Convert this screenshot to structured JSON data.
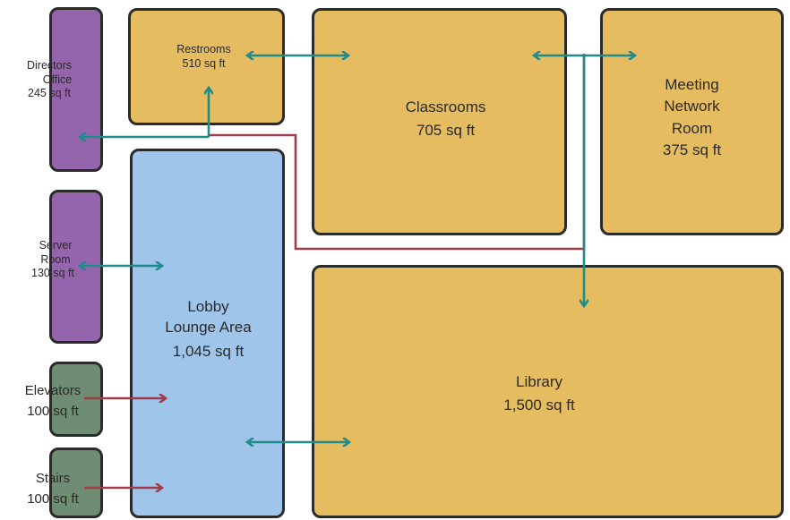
{
  "rooms": {
    "directors_office": {
      "name_line1": "Directors",
      "name_line2": "Office",
      "area": "245 sq ft"
    },
    "restrooms": {
      "name": "Restrooms",
      "area": "510 sq ft"
    },
    "classrooms": {
      "name": "Classrooms",
      "area": "705 sq ft"
    },
    "meeting_network_room": {
      "name_line1": "Meeting",
      "name_line2": "Network",
      "name_line3": "Room",
      "area": "375 sq ft"
    },
    "server_room": {
      "name_line1": "Server",
      "name_line2": "Room",
      "area": "130 sq ft"
    },
    "lobby_lounge": {
      "name_line1": "Lobby",
      "name_line2": "Lounge Area",
      "area": "1,045 sq ft"
    },
    "library": {
      "name": "Library",
      "area": "1,500 sq ft"
    },
    "elevators": {
      "name": "Elevators",
      "area": "100 sq ft"
    },
    "stairs": {
      "name": "Stairs",
      "area": "100 sq ft"
    }
  },
  "colors": {
    "room_tan": "#e6bc61",
    "room_blue": "#9fc5ea",
    "room_purple": "#9464ad",
    "room_green": "#6f8d72",
    "network_teal": "#1f8c8c",
    "wiring_red": "#a03c4a",
    "outline": "#2b2b2b"
  }
}
